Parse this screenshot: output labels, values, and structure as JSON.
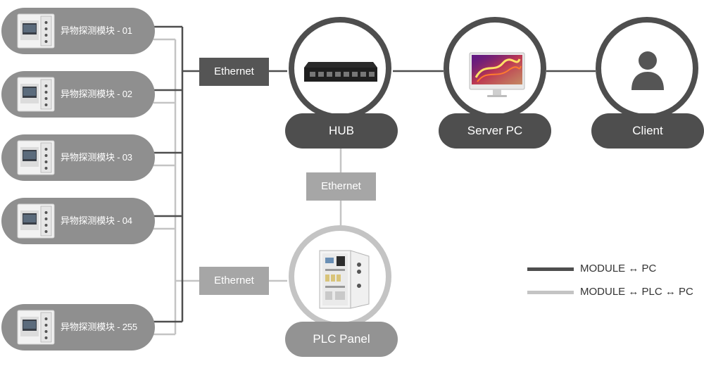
{
  "modules": [
    {
      "label": "异物探测模块 - 01"
    },
    {
      "label": "异物探测模块 - 02"
    },
    {
      "label": "异物探测模块 - 03"
    },
    {
      "label": "异物探测模块 - 04"
    },
    {
      "label": "异物探测模块 - 255"
    }
  ],
  "connectors": {
    "modules_to_hub": "Ethernet",
    "hub_to_plc": "Ethernet",
    "modules_to_plc": "Ethernet"
  },
  "nodes": {
    "hub": "HUB",
    "server": "Server PC",
    "client": "Client",
    "plc": "PLC Panel"
  },
  "legend": [
    {
      "label": "MODULE ↔ PC",
      "color": "#4e4e4e"
    },
    {
      "label": "MODULE ↔ PLC ↔ PC",
      "color": "#c4c4c4"
    }
  ],
  "colors": {
    "dark_line": "#4e4e4e",
    "light_line": "#c4c4c4",
    "module_bg": "#8f8f8f"
  }
}
